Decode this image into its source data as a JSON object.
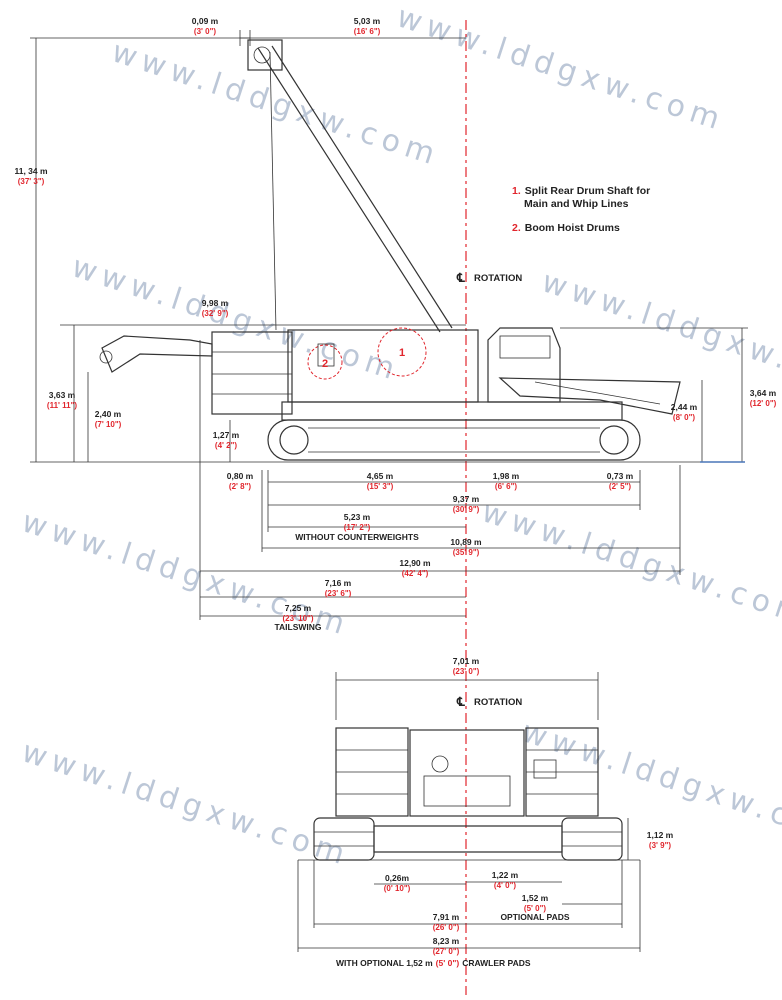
{
  "legend": {
    "item1_num": "1.",
    "item1_line1": "Split Rear Drum Shaft for",
    "item1_line2": "Main and Whip Lines",
    "item2_num": "2.",
    "item2_text": "Boom Hoist Drums",
    "drum1_label": "1",
    "drum2_label": "2"
  },
  "rotation": {
    "side_label": "ROTATION",
    "front_label": "ROTATION"
  },
  "side_view": {
    "top_offset": {
      "m": "0,09 m",
      "imp": "(3' 0\")"
    },
    "top_span": {
      "m": "5,03 m",
      "imp": "(16' 6\")"
    },
    "height": {
      "m": "11, 34 m",
      "imp": "(37' 3\")"
    },
    "front_reach": {
      "m": "9,98 m",
      "imp": "(32' 9\")"
    },
    "body_height": {
      "m": "3,63 m",
      "imp": "(11' 11\")"
    },
    "hook_height": {
      "m": "2,40 m",
      "imp": "(7' 10\")"
    },
    "track_height": {
      "m": "1,27 m",
      "imp": "(4' 2\")"
    },
    "cw_height": {
      "m": "2,44 m",
      "imp": "(8' 0\")"
    },
    "cab_height": {
      "m": "3,64 m",
      "imp": "(12' 0\")"
    },
    "front_over": {
      "m": "0,80 m",
      "imp": "(2' 8\")"
    },
    "to_center": {
      "m": "4,65 m",
      "imp": "(15' 3\")"
    },
    "center_rear": {
      "m": "1,98 m",
      "imp": "(6' 6\")"
    },
    "rear_over": {
      "m": "0,73 m",
      "imp": "(2' 5\")"
    },
    "track_len": {
      "m": "9,37 m",
      "imp": "(30' 9\")"
    },
    "without_cw": {
      "m": "5,23 m",
      "imp": "(17' 2\")",
      "label": "WITHOUT COUNTERWEIGHTS"
    },
    "total_len": {
      "m": "10,89 m",
      "imp": "(35' 9\")"
    },
    "overall": {
      "m": "12,90 m",
      "imp": "(42' 4\")"
    },
    "radius": {
      "m": "7,16 m",
      "imp": "(23' 6\")"
    },
    "tailswing": {
      "m": "7,25 m",
      "imp": "(23' 10\")",
      "label": "TAILSWING"
    }
  },
  "front_view": {
    "width": {
      "m": "7,01 m",
      "imp": "(23' 0\")"
    },
    "pad_height": {
      "m": "1,12 m",
      "imp": "(3' 9\")"
    },
    "clearance": {
      "m": "0,26m",
      "imp": "(0' 10\")"
    },
    "track_width": {
      "m": "1,22 m",
      "imp": "(4' 0\")"
    },
    "opt_pad": {
      "m": "1,52 m",
      "imp": "(5' 0\")",
      "label": "OPTIONAL PADS"
    },
    "gauge": {
      "m": "7,91 m",
      "imp": "(26' 0\")"
    },
    "total_width": {
      "m": "8,23 m",
      "imp": "(27' 0\")"
    },
    "footer_a": "WITH OPTIONAL 1,52 m",
    "footer_b": "(5' 0\")",
    "footer_c": "CRAWLER PADS"
  },
  "watermark": "www.lddgxw.com",
  "colors": {
    "accent": "#e1262d",
    "ink": "#222222",
    "watermark": "#6d84a8"
  }
}
